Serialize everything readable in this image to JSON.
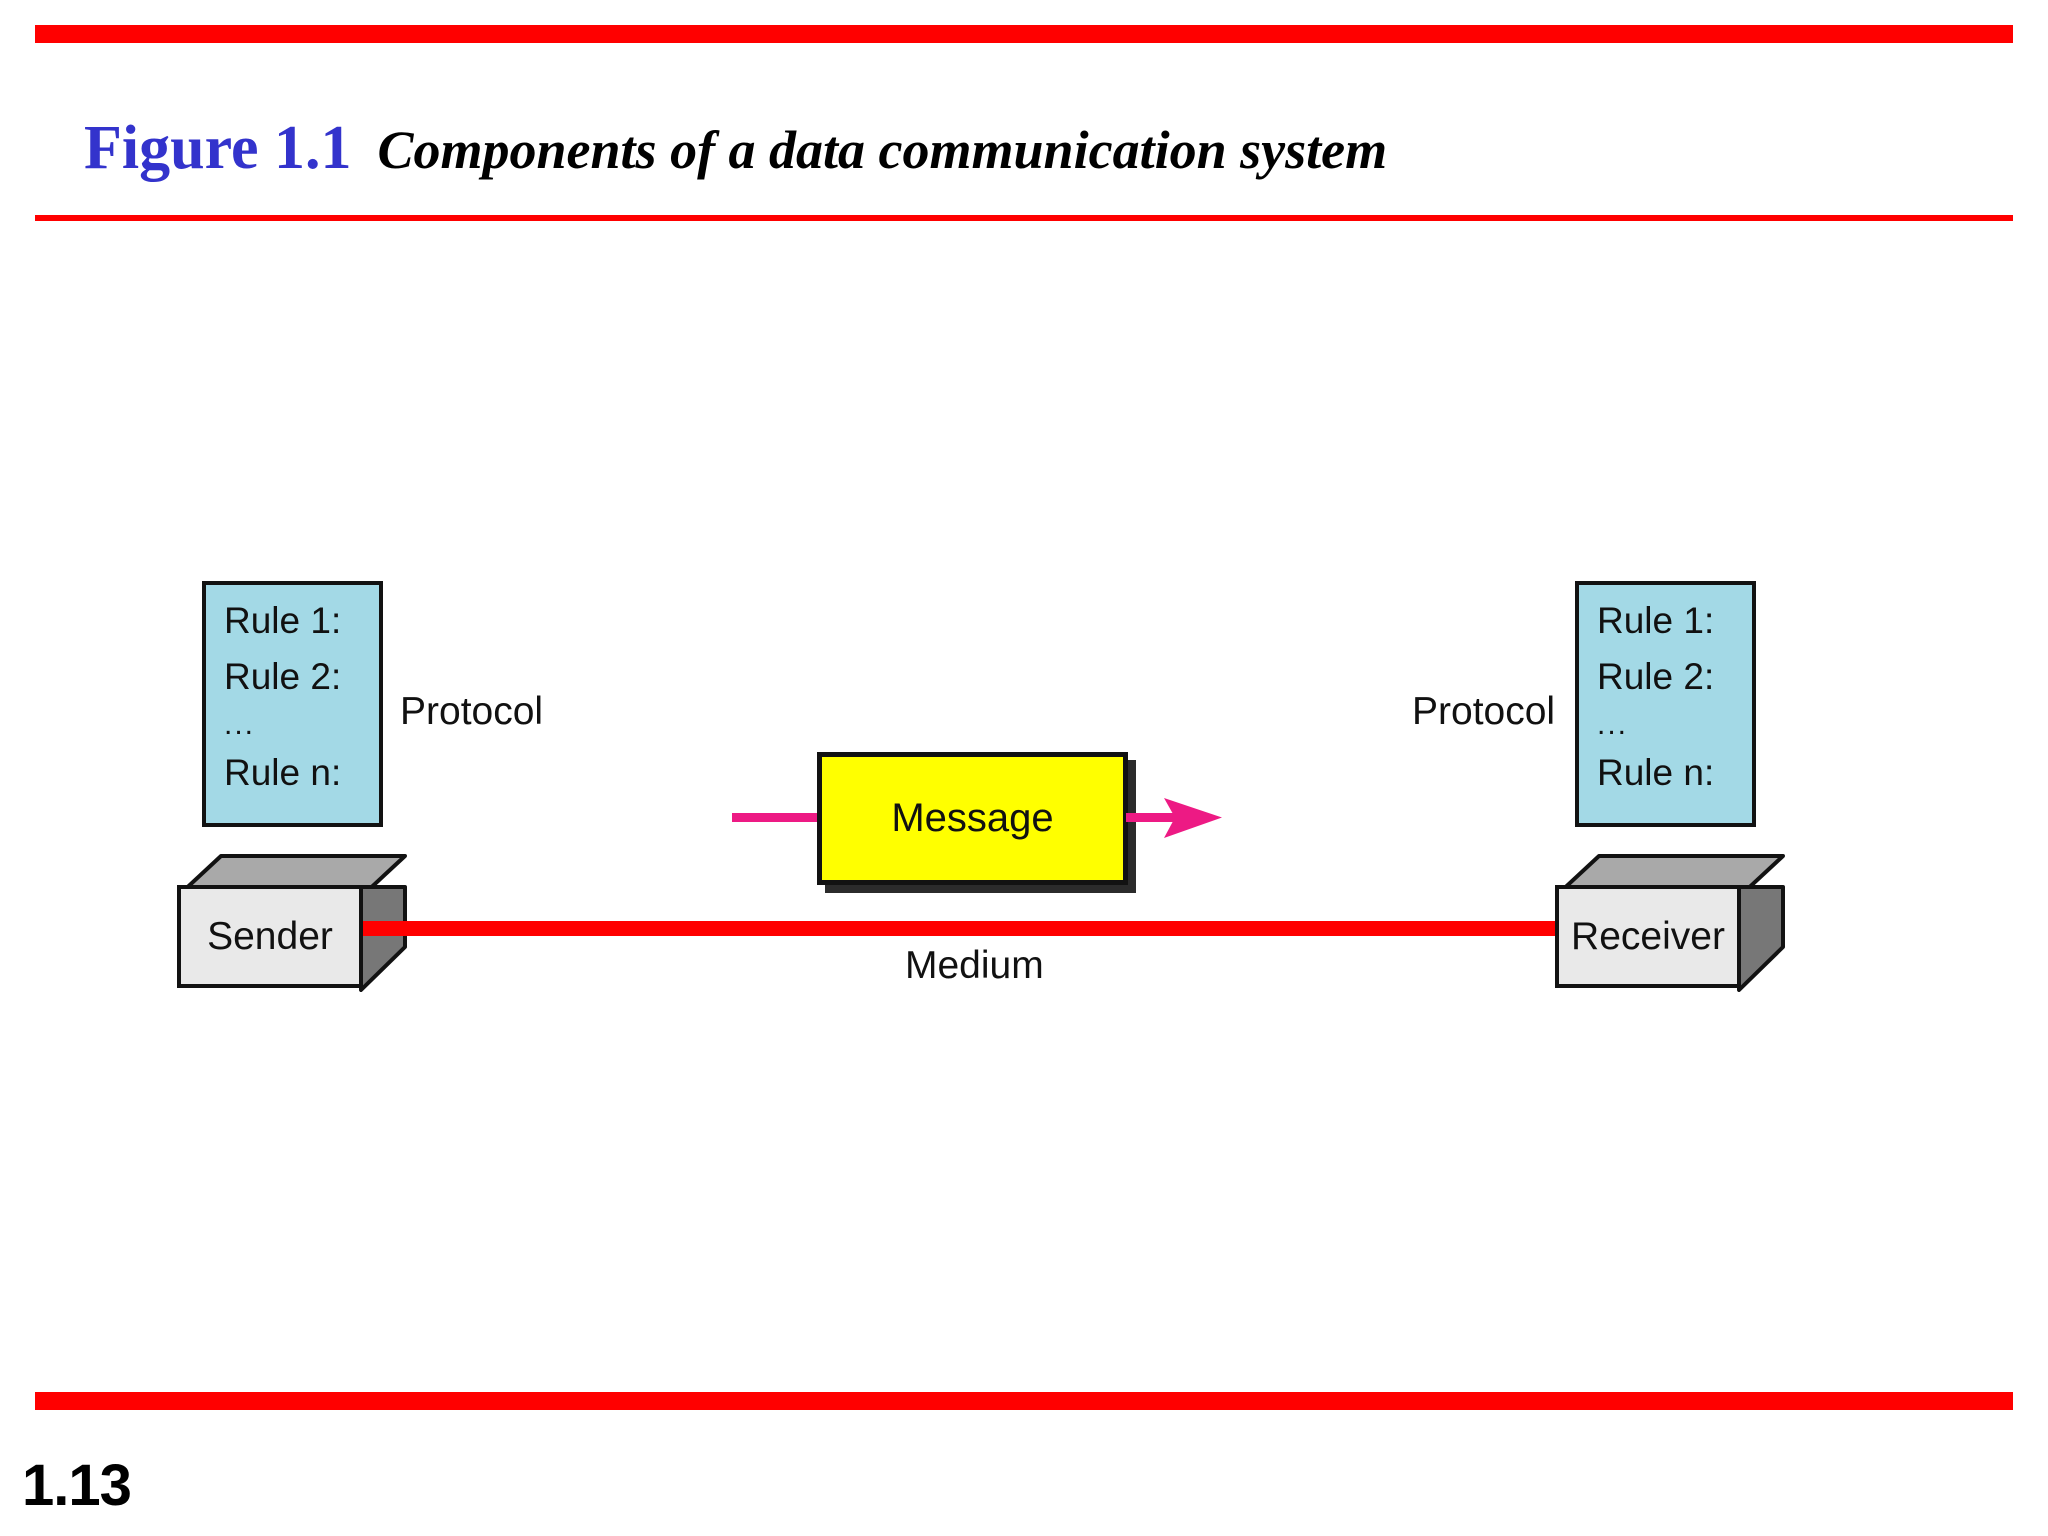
{
  "slide": {
    "page_number": "1.13",
    "background_color": "#FFFFFF"
  },
  "header": {
    "figure_label": "Figure 1.1",
    "figure_label_color": "#3333CC",
    "caption": "Components of a data communication system",
    "caption_color": "#000000",
    "rule_color": "#FF0000"
  },
  "diagram": {
    "type": "block-diagram",
    "colors": {
      "rules_box_fill": "#A3D9E6",
      "message_fill": "#FFFF00",
      "medium_line": "#FF0000",
      "flow_arrow": "#ED1A84",
      "device_front": "#E9E9E9",
      "device_top": "#A9A9A9",
      "device_side": "#777777",
      "outline": "#121212",
      "shadow": "#2B2B2B"
    },
    "protocol_sender": {
      "label": "Protocol",
      "rules": [
        "Rule 1:",
        "Rule 2:",
        "...",
        "Rule n:"
      ]
    },
    "protocol_receiver": {
      "label": "Protocol",
      "rules": [
        "Rule 1:",
        "Rule 2:",
        "...",
        "Rule n:"
      ]
    },
    "sender": {
      "label": "Sender"
    },
    "receiver": {
      "label": "Receiver"
    },
    "message": {
      "label": "Message"
    },
    "medium": {
      "label": "Medium"
    }
  }
}
